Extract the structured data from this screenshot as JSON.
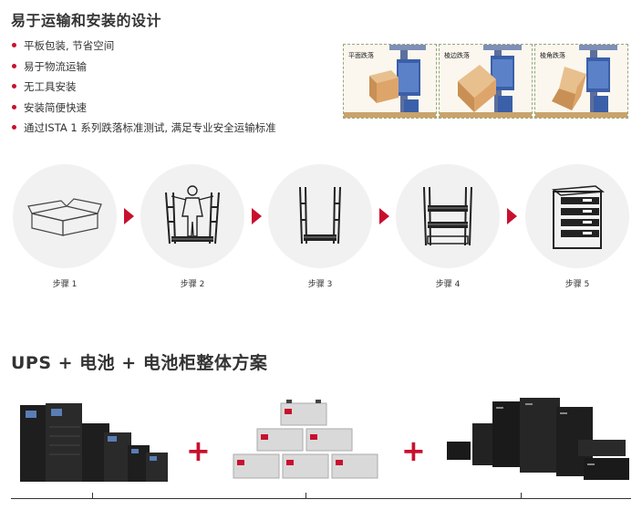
{
  "section1": {
    "title": "易于运输和安装的设计",
    "features": [
      "平板包装, 节省空间",
      "易于物流运输",
      "无工具安装",
      "安装简便快速",
      "通过ISTA 1 系列跌落标准测试, 满足专业安全运输标准"
    ],
    "drop_tests": [
      {
        "label": "平面跌落",
        "icon": "flat-drop-test-illustration"
      },
      {
        "label": "棱边跌落",
        "icon": "edge-drop-test-illustration"
      },
      {
        "label": "棱角跌落",
        "icon": "corner-drop-test-illustration"
      }
    ]
  },
  "steps": [
    {
      "label": "步骤 1",
      "icon": "flat-box-icon"
    },
    {
      "label": "步骤 2",
      "icon": "person-assembling-frame-icon"
    },
    {
      "label": "步骤 3",
      "icon": "frame-icon"
    },
    {
      "label": "步骤 4",
      "icon": "frame-with-trays-icon"
    },
    {
      "label": "步骤 5",
      "icon": "battery-cabinet-icon"
    }
  ],
  "section2": {
    "title": "UPS + 电池 + 电池柜整体方案",
    "plus": "+",
    "products": [
      {
        "icon": "ups-units-image"
      },
      {
        "icon": "batteries-image"
      },
      {
        "icon": "battery-cabinets-image"
      }
    ]
  },
  "colors": {
    "accent": "#c8102e",
    "text": "#333333",
    "circle_bg": "#f1f1f1"
  }
}
